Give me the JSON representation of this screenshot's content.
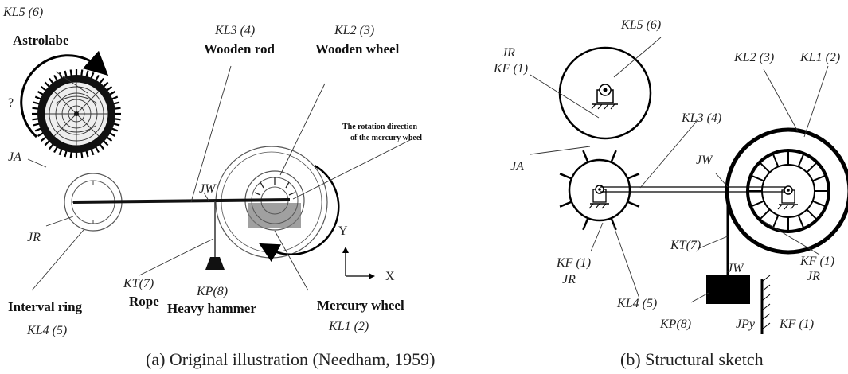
{
  "left_panel": {
    "label_kl5": "KL5 (6)",
    "astrolabe": "Astrolabe",
    "question": "?",
    "label_ja": "JA",
    "label_kl3": "KL3 (4)",
    "wooden_rod": "Wooden rod",
    "label_kl2": "KL2 (3)",
    "wooden_wheel": "Wooden wheel",
    "rotation_note_line1": "The rotation direction",
    "rotation_note_line2": "of the mercury wheel",
    "label_jw": "JW",
    "label_jr": "JR",
    "label_kt": "KT(7)",
    "rope": "Rope",
    "label_kp": "KP(8)",
    "heavy_hammer": "Heavy hammer",
    "interval_ring": "Interval ring",
    "label_kl4": "KL4 (5)",
    "mercury_wheel": "Mercury wheel",
    "label_kl1": "KL1 (2)",
    "axis_y": "Y",
    "axis_x": "X",
    "caption": "(a) Original illustration (Needham, 1959)"
  },
  "right_panel": {
    "label_kl5": "KL5 (6)",
    "label_jr_top": "JR",
    "label_kf_top": "KF (1)",
    "label_kl2": "KL2 (3)",
    "label_kl1": "KL1 (2)",
    "label_kl3": "KL3 (4)",
    "label_ja": "JA",
    "label_jw_top": "JW",
    "label_kt": "KT(7)",
    "label_kf_left": "KF (1)",
    "label_jr_left": "JR",
    "label_jw_mid": "JW",
    "label_kf_right": "KF (1)",
    "label_jr_right": "JR",
    "label_kl4": "KL4 (5)",
    "label_kp": "KP(8)",
    "label_jpy": "JPy",
    "label_kf_bottom": "KF (1)",
    "caption": "(b) Structural sketch"
  }
}
